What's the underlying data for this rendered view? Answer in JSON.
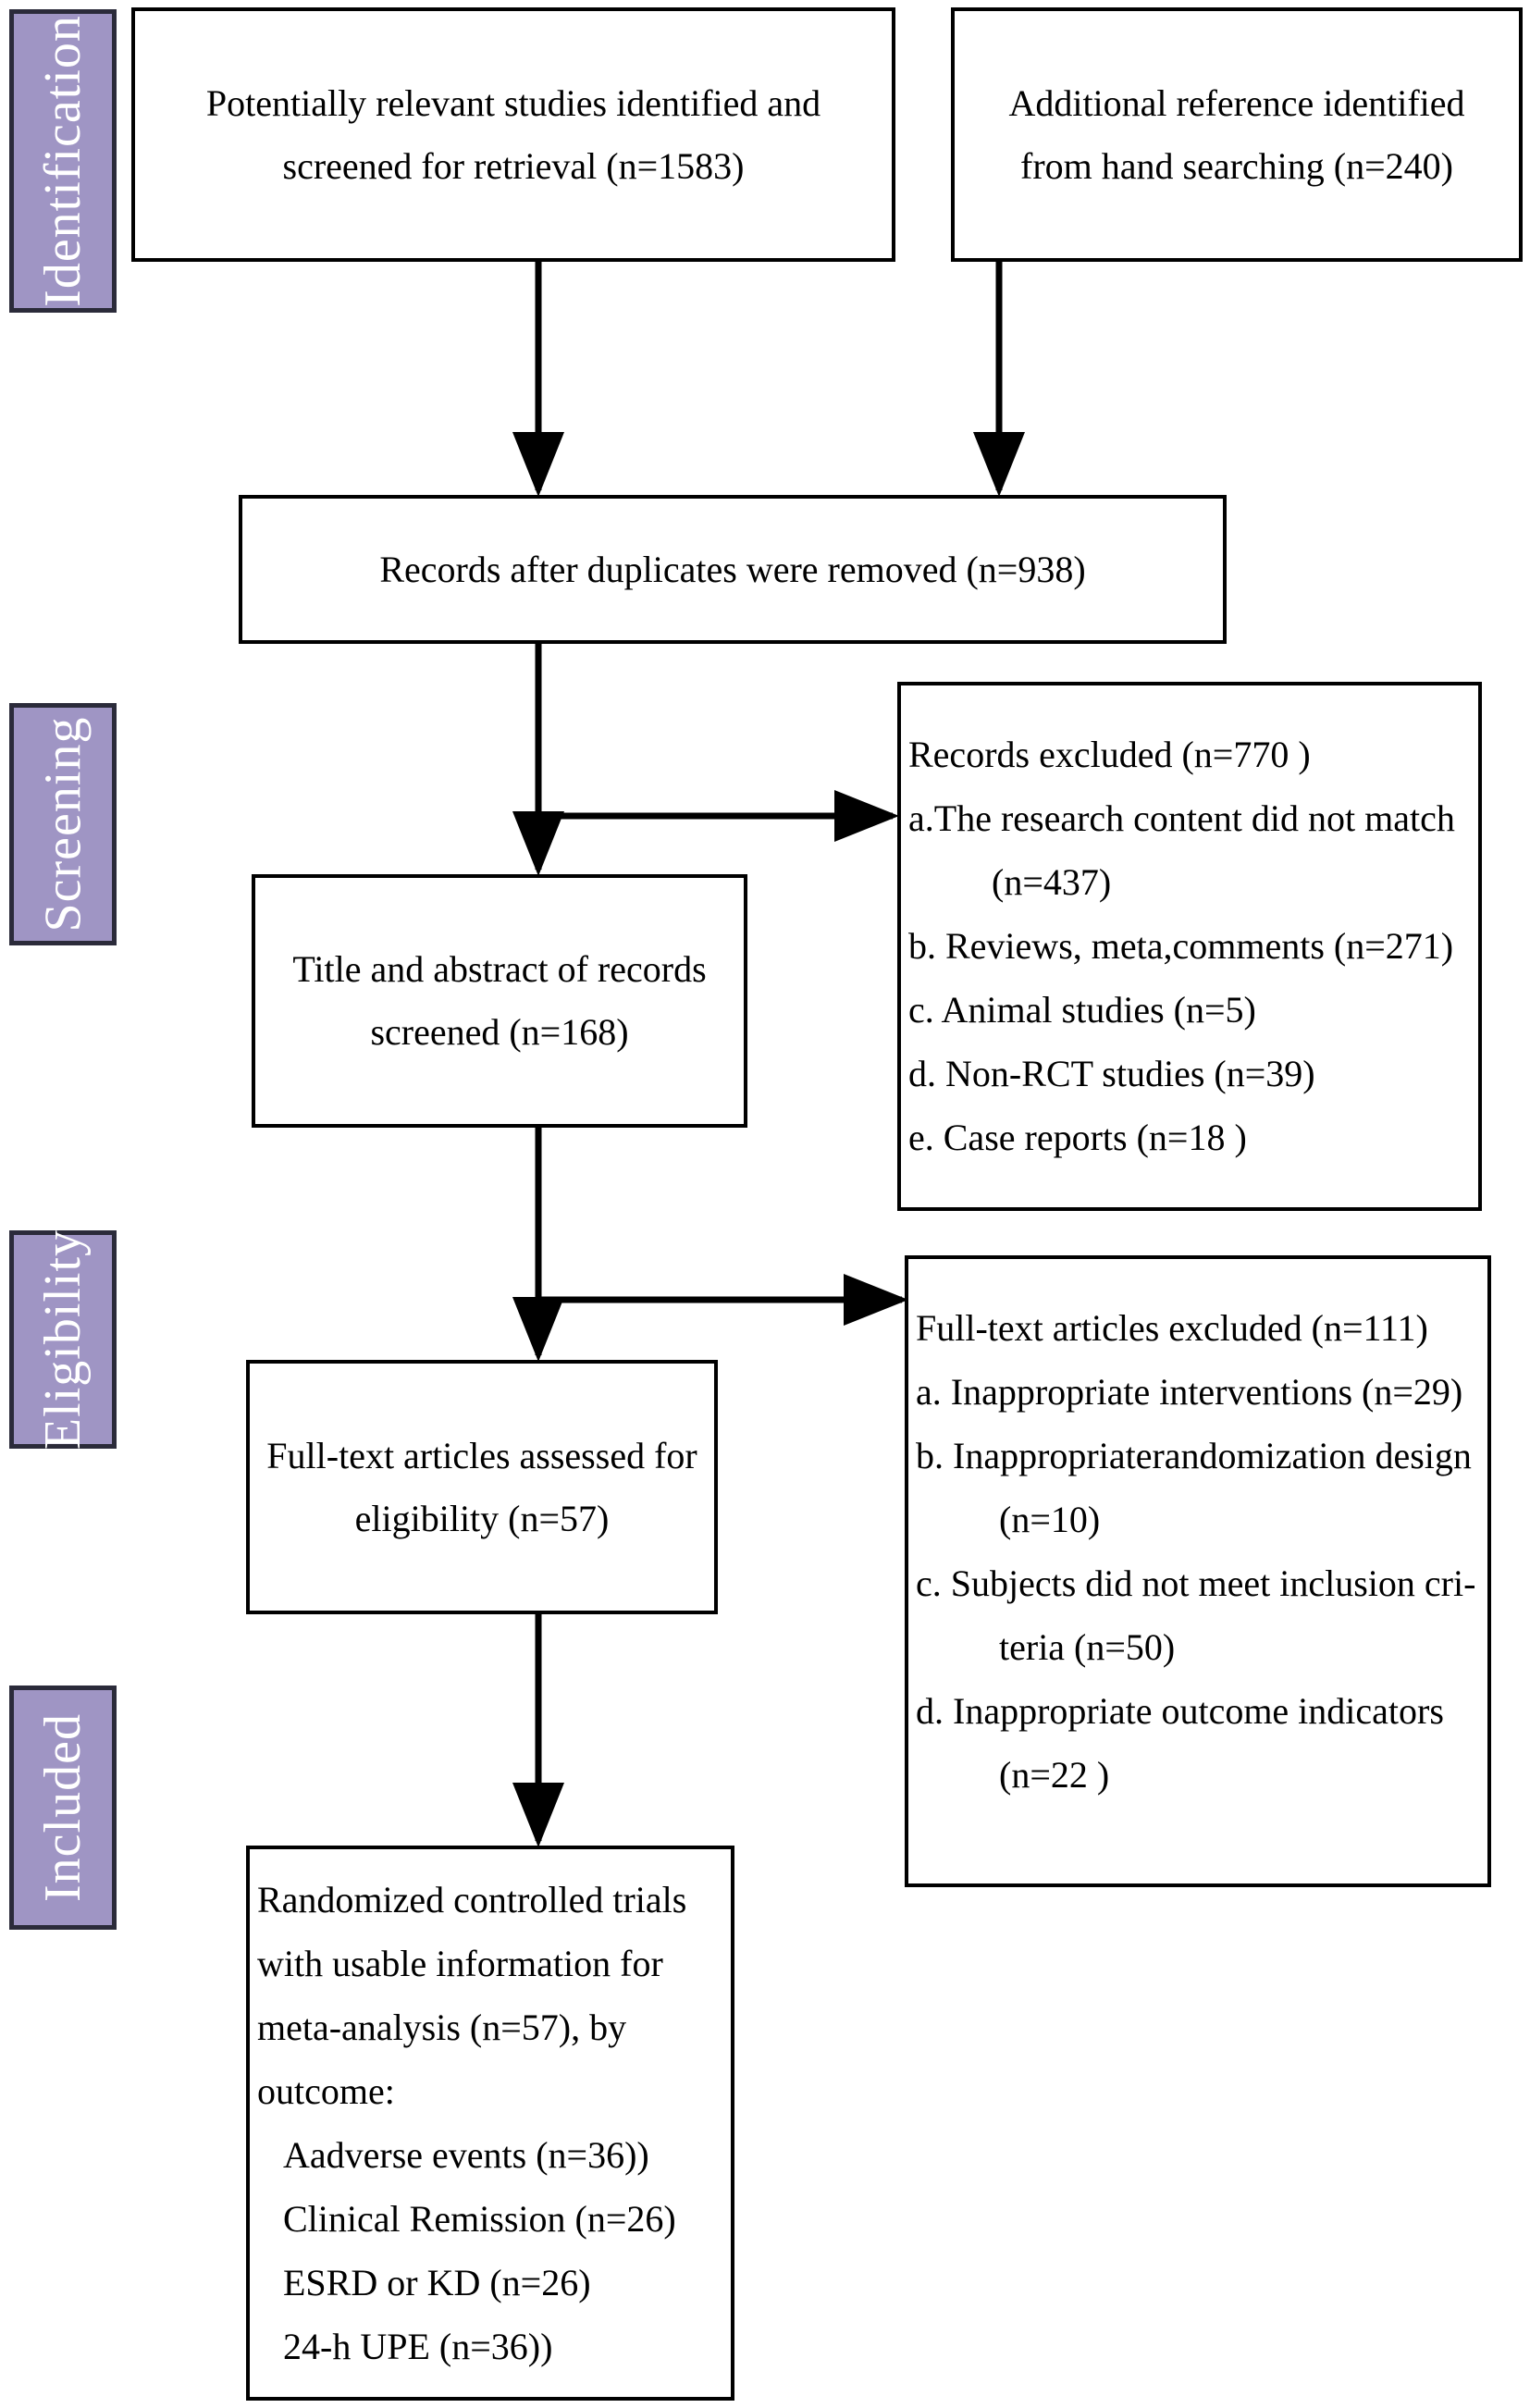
{
  "phases": [
    {
      "id": "identification",
      "label": "Identification"
    },
    {
      "id": "screening",
      "label": "Screening"
    },
    {
      "id": "eligibility",
      "label": "Eligibility"
    },
    {
      "id": "included",
      "label": "Included"
    }
  ],
  "boxes": {
    "identified": {
      "lines": [
        "Potentially relevant studies identified and",
        "screened for retrieval (n=1583)"
      ]
    },
    "hand_search": {
      "lines": [
        "Additional reference identified",
        "from hand searching (n=240)"
      ]
    },
    "deduplicated": {
      "lines": [
        "Records after duplicates were removed (n=938)"
      ]
    },
    "screened": {
      "lines": [
        "Title and abstract of records",
        "screened (n=168)"
      ]
    },
    "records_excluded": {
      "title": "Records excluded (n=770 )",
      "items": [
        "a.The research content did not match",
        "(n=437)",
        "b. Reviews, meta,comments (n=271)",
        "c. Animal studies (n=5)",
        "d. Non-RCT studies (n=39)",
        "e. Case reports (n=18 )"
      ]
    },
    "assessed": {
      "lines": [
        "Full-text articles assessed for",
        "eligibility (n=57)"
      ]
    },
    "fulltext_excluded": {
      "title": "Full-text articles excluded (n=111)",
      "items": [
        "a. Inappropriate interventions (n=29)",
        "b. Inappropriaterandomization design",
        "(n=10)",
        "c. Subjects did not meet inclusion cri-",
        "teria (n=50)",
        "d. Inappropriate outcome indicators",
        "(n=22 )"
      ]
    },
    "included": {
      "lines": [
        "Randomized controlled trials",
        "with usable information for",
        "meta-analysis (n=57),  by",
        "outcome:"
      ],
      "outcomes": [
        "Aadverse events (n=36))",
        "Clinical Remission (n=26)",
        "ESRD or KD (n=26)",
        "24-h UPE (n=36))"
      ]
    }
  }
}
